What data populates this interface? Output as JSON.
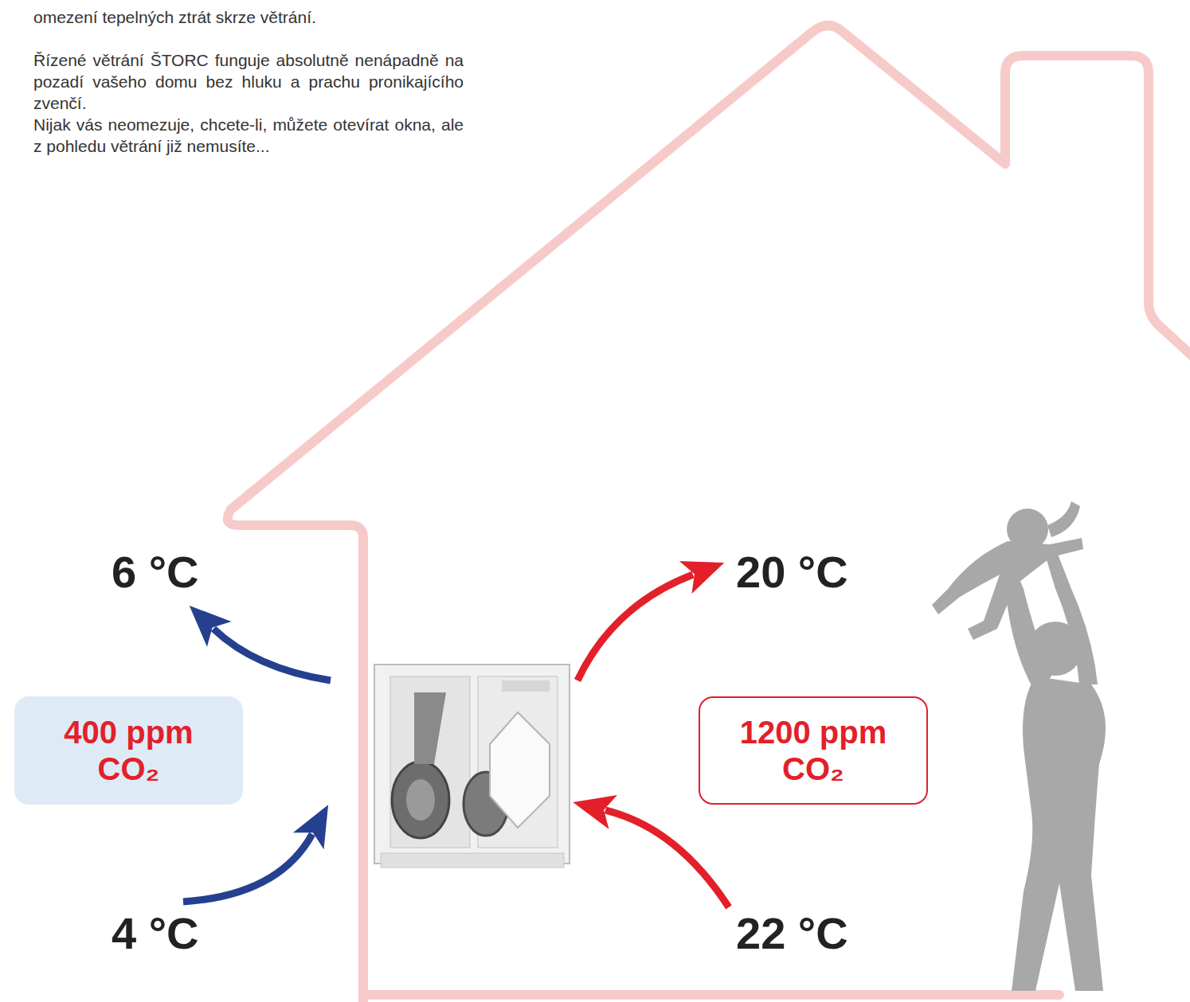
{
  "diagram": {
    "nodes": [
      {
        "text": [
          "400 ppm CO₂"
        ]
      },
      {
        "text": [
          "1200 ppm CO₂"
        ]
      }
    ],
    "labels": [
      "omezení tepelných ztrát skrze větrání.",
      "Řízené větrání ŠTORC funguje absolutně nenápadně na pozadí vašeho domu bez hluku a prachu pronikajícího zvenčí.",
      "Nijak vás neomezuje, chcete-li, můžete otevírat okna, ale z pohledu větrání již nemusíte...",
      "6 °C",
      "20 °C",
      "4 °C",
      "22 °C"
    ]
  }
}
